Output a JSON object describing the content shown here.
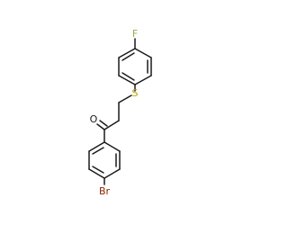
{
  "molecule": {
    "atoms": {
      "fluorine": {
        "symbol": "F",
        "color": "#8db34a"
      },
      "sulfur": {
        "symbol": "S",
        "color": "#b8a000"
      },
      "oxygen": {
        "symbol": "O",
        "color": "#1a1a1a"
      },
      "bromine": {
        "symbol": "Br",
        "color": "#8b2500"
      }
    },
    "bond_color": "#1a1a1a"
  }
}
